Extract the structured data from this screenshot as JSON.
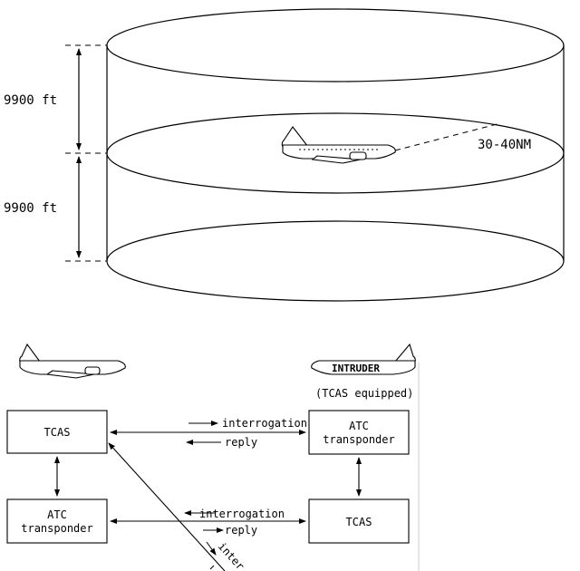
{
  "upper": {
    "altitude_above": "9900 ft",
    "altitude_below": "9900 ft",
    "range": "30-40NM"
  },
  "lower": {
    "intruder_label": "INTRUDER",
    "intruder_note": "(TCAS equipped)",
    "own_tcas": "TCAS",
    "own_atc_line1": "ATC",
    "own_atc_line2": "transponder",
    "intruder_atc_line1": "ATC",
    "intruder_atc_line2": "transponder",
    "intruder_tcas": "TCAS",
    "top_interrogation": "interrogation",
    "top_reply": "reply",
    "bottom_interrogation": "interrogation",
    "bottom_reply": "reply",
    "diagonal_partial": "inter"
  }
}
